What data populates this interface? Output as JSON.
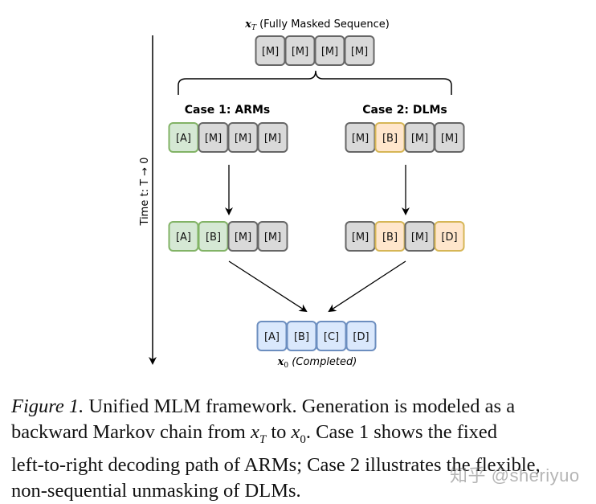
{
  "figure": {
    "top_label_var": "x",
    "top_label_sub": "T",
    "top_label_text": "(Fully Masked Sequence)",
    "bottom_label_var": "x",
    "bottom_label_sub": "0",
    "bottom_label_text": "(Completed)",
    "time_axis_label": "Time t: T → 0",
    "case1_title": "Case 1: ARMs",
    "case2_title": "Case 2: DLMs",
    "colors": {
      "mask_fill": "#d9d9d9",
      "mask_stroke": "#666666",
      "green_fill": "#d5e8d4",
      "green_stroke": "#82b366",
      "orange_fill": "#ffe6cc",
      "orange_stroke": "#d6b656",
      "blue_fill": "#dae8fc",
      "blue_stroke": "#6c8ebf"
    },
    "sequences": {
      "top": [
        {
          "label": "[M]",
          "kind": "mask"
        },
        {
          "label": "[M]",
          "kind": "mask"
        },
        {
          "label": "[M]",
          "kind": "mask"
        },
        {
          "label": "[M]",
          "kind": "mask"
        }
      ],
      "case1_step1": [
        {
          "label": "[A]",
          "kind": "green"
        },
        {
          "label": "[M]",
          "kind": "mask"
        },
        {
          "label": "[M]",
          "kind": "mask"
        },
        {
          "label": "[M]",
          "kind": "mask"
        }
      ],
      "case2_step1": [
        {
          "label": "[M]",
          "kind": "mask"
        },
        {
          "label": "[B]",
          "kind": "orange"
        },
        {
          "label": "[M]",
          "kind": "mask"
        },
        {
          "label": "[M]",
          "kind": "mask"
        }
      ],
      "case1_step2": [
        {
          "label": "[A]",
          "kind": "green"
        },
        {
          "label": "[B]",
          "kind": "green"
        },
        {
          "label": "[M]",
          "kind": "mask"
        },
        {
          "label": "[M]",
          "kind": "mask"
        }
      ],
      "case2_step2": [
        {
          "label": "[M]",
          "kind": "mask"
        },
        {
          "label": "[B]",
          "kind": "orange"
        },
        {
          "label": "[M]",
          "kind": "mask"
        },
        {
          "label": "[D]",
          "kind": "orange"
        }
      ],
      "bottom": [
        {
          "label": "[A]",
          "kind": "blue"
        },
        {
          "label": "[B]",
          "kind": "blue"
        },
        {
          "label": "[C]",
          "kind": "blue"
        },
        {
          "label": "[D]",
          "kind": "blue"
        }
      ]
    }
  },
  "caption": {
    "figure_label": "Figure 1.",
    "line1_rest": " Unified MLM framework. Generation is modeled as a",
    "line2_a": "backward Markov chain from ",
    "line2_var1": "x",
    "line2_sub1": "T",
    "line2_b": " to ",
    "line2_var2": "x",
    "line2_sub2": "0",
    "line2_c": ". Case 1 shows the fixed",
    "line3": "left-to-right decoding path of ARMs; Case 2 illustrates the flexible,",
    "line4": "non-sequential unmasking of DLMs."
  },
  "watermark": "知乎 @sheriyuo"
}
